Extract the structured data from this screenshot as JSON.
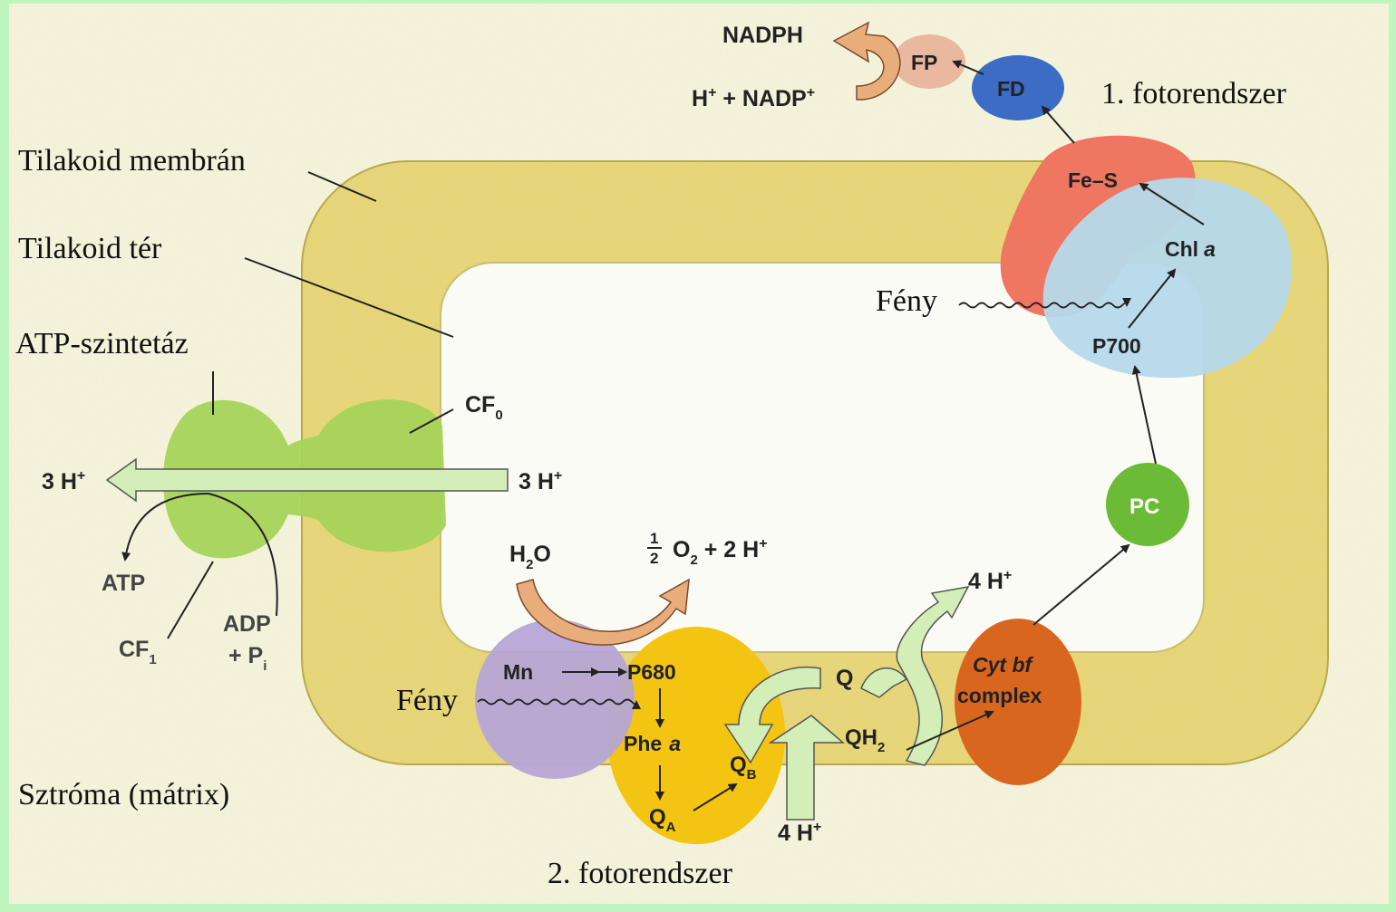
{
  "colors": {
    "frame": "#bff5bf",
    "background": "#f4f2da",
    "membrane": "#e6d679",
    "lumen": "#fbfbf6",
    "atp_synthase": "#a5d35a",
    "mn_complex": "#b6a7d6",
    "ps2": "#f3c411",
    "cyt_bf": "#d9661f",
    "fe_s": "#ef7661",
    "ps1": "#b5d9ea",
    "pc": "#6cbb37",
    "fd": "#3c6cc4",
    "fp": "#e9b89f",
    "curved_arrow": "#e9ad7c",
    "proton_arrow": "#d4eeb8"
  },
  "labels": {
    "membrane": "Tilakoid membrán",
    "lumen": "Tilakoid tér",
    "atp_synthase": "ATP-szintetáz",
    "stroma": "Sztróma (mátrix)",
    "ps1": "1. fotorendszer",
    "ps2": "2. fotorendszer",
    "light": "Fény"
  },
  "molecules": {
    "nadph": "NADPH",
    "h": "H",
    "plus_nadp": " + NADP",
    "superscript_plus": "+",
    "fp": "FP",
    "fd": "FD",
    "fe_s": "Fe–S",
    "chl": "Chl",
    "chl_a": "a",
    "p700": "P700",
    "pc": "PC",
    "cyt_bf_1": "Cyt bf",
    "cyt_bf_2": "complex",
    "q": "Q",
    "qh": "QH",
    "qh_sub": "2",
    "qb": "Q",
    "qb_sub": "B",
    "qa": "Q",
    "qa_sub": "A",
    "phe": "Phe",
    "phe_a": "a",
    "p680": "P680",
    "mn": "Mn",
    "h2o_h": "H",
    "h2o_sub": "2",
    "h2o_o": "O",
    "half_num": "1",
    "half_den": "2",
    "o2": "O",
    "o2_sub": "2",
    "plus_2h": " + 2 H",
    "h4_top": "4 H",
    "h4_bottom": "4 H",
    "h3_right": "3 H",
    "h3_left": "3 H",
    "cf0": "CF",
    "cf0_sub": "0",
    "cf1": "CF",
    "cf1_sub": "1",
    "atp": "ATP",
    "adp": "ADP",
    "plus_pi": "+ P",
    "pi_sub": "i"
  }
}
